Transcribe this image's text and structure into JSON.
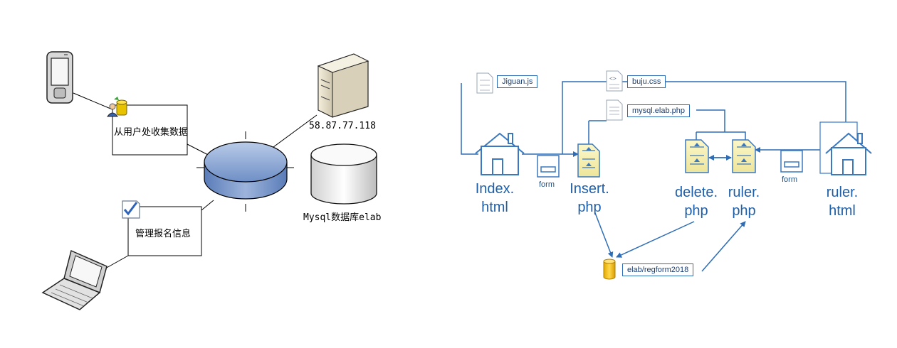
{
  "left_diagram": {
    "collect_label": "从用户处收集数据",
    "manage_label": "管理报名信息",
    "ip_label": "58.87.77.118",
    "db_label": "Mysql数据库elab"
  },
  "right_diagram": {
    "files": {
      "jiguan": "Jiguan.js",
      "buju": "buju.css",
      "mysql": "mysql.elab.php",
      "regform": "elab/regform2018"
    },
    "form_label_1": "form",
    "form_label_2": "form",
    "pages": {
      "index": [
        "Index.",
        "html"
      ],
      "insert": [
        "Insert.",
        "php"
      ],
      "delete": [
        "delete.",
        "php"
      ],
      "ruler_php": [
        "ruler.",
        "php"
      ],
      "ruler_html": [
        "ruler.",
        "html"
      ]
    }
  },
  "colors": {
    "blue_line": "#2e6db5",
    "page_text": "#1f5fa8",
    "hub_fill": "#8fa9d6",
    "db_fill": "#e8e8e8"
  }
}
